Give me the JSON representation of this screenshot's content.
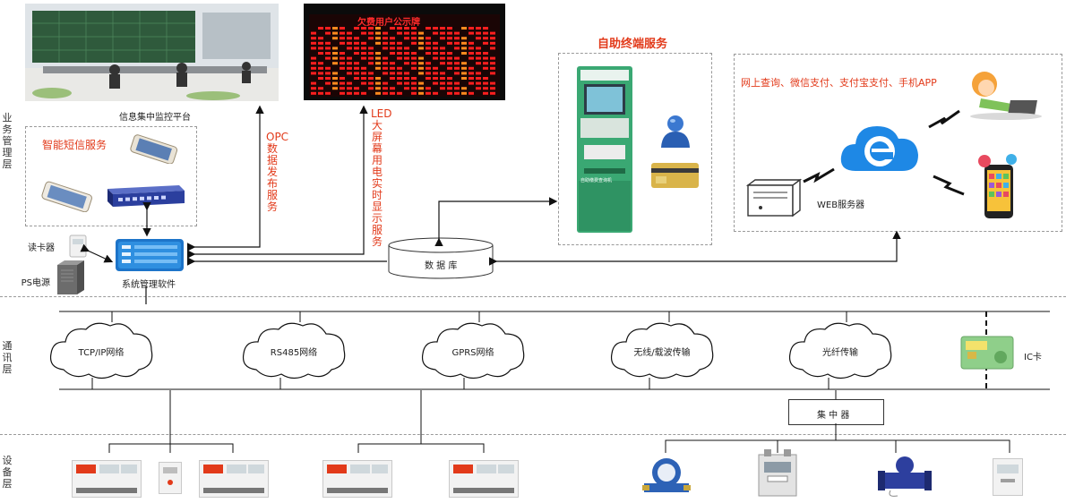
{
  "layers": {
    "business": "业务管理层",
    "communication": "通讯层",
    "device": "设备层"
  },
  "top": {
    "monitor_caption": "信息集中监控平台",
    "led_board_title": "欠费用户公示牌",
    "sms_title": "智能短信服务",
    "opc_text": "OPC数据发布服务",
    "led_text": "LED大屏幕用电实时显示服务",
    "self_service_title": "自助终端服务",
    "kiosk_label": "自助缴费查询机",
    "online_title": "网上查询、微信支付、支付宝支付、手机APP",
    "web_server": "WEB服务器",
    "card_reader": "读卡器",
    "ups": "UPS电源",
    "system_software": "系统管理软件",
    "database": "数 据 库"
  },
  "comm": {
    "networks": [
      "TCP/IP网络",
      "RS485网络",
      "GPRS网络",
      "无线/载波传输",
      "光纤传输"
    ],
    "ic_card": "IC卡",
    "concentrator": "集 中 器"
  },
  "colors": {
    "accent_red": "#e23a1a",
    "ie_blue": "#1e88e5",
    "kiosk_green": "#2fa36a",
    "switch_blue": "#2b3f9e"
  }
}
